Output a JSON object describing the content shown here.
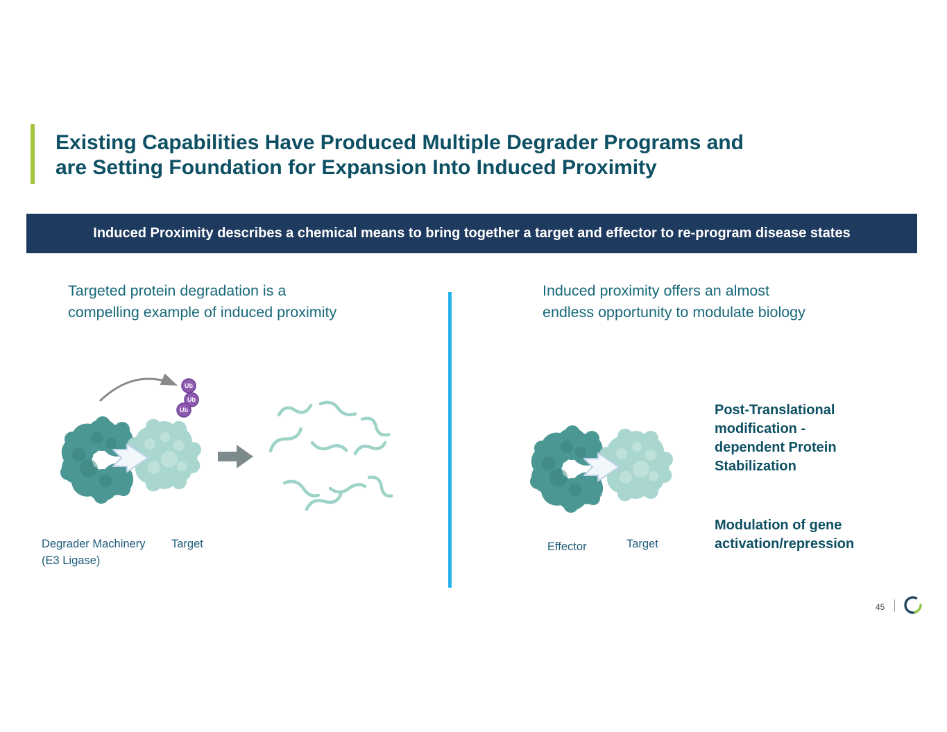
{
  "slide": {
    "title": "Existing Capabilities Have Produced Multiple Degrader Programs and\nare Setting Foundation for Expansion Into Induced Proximity",
    "banner": "Induced Proximity describes a chemical means to bring together a target and effector to re-program disease states",
    "page_number": "45"
  },
  "left_panel": {
    "heading": "Targeted protein degradation is a\ncompelling example of induced proximity",
    "ub_label": "Ub",
    "degrader_label": "Degrader Machinery\n(E3 Ligase)",
    "target_label": "Target"
  },
  "right_panel": {
    "heading": "Induced proximity offers an almost\nendless opportunity to modulate biology",
    "effector_label": "Effector",
    "target_label": "Target",
    "points": [
      "Post-Translational\nmodification -\ndependent Protein\nStabilization",
      "Modulation of gene\nactivation/repression"
    ]
  },
  "colors": {
    "accent_green": "#a5c53c",
    "banner_navy": "#1e3a5f",
    "title_teal": "#0d4f63",
    "body_teal": "#166879",
    "divider_cyan": "#29b3e8",
    "blob_dark_teal": "#4a9793",
    "blob_light_teal": "#a9d7cf",
    "ubiquitin_purple": "#8f5bb0",
    "arrow_gray": "#7d8a8c"
  }
}
